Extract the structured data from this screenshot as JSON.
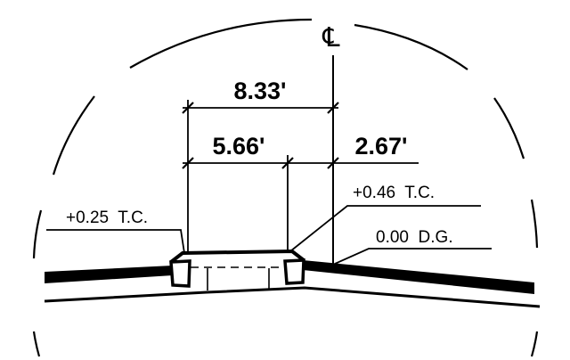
{
  "centerline": {
    "symbol": "℄"
  },
  "dimensions": {
    "overall": "8.33'",
    "left_segment": "5.66'",
    "right_segment": "2.67'"
  },
  "annotations": {
    "left_tc": "+0.25  T.C.",
    "right_tc": "+0.46  T.C.",
    "dg": "0.00  D.G."
  },
  "colors": {
    "ink": "#000000",
    "paper": "#ffffff"
  }
}
